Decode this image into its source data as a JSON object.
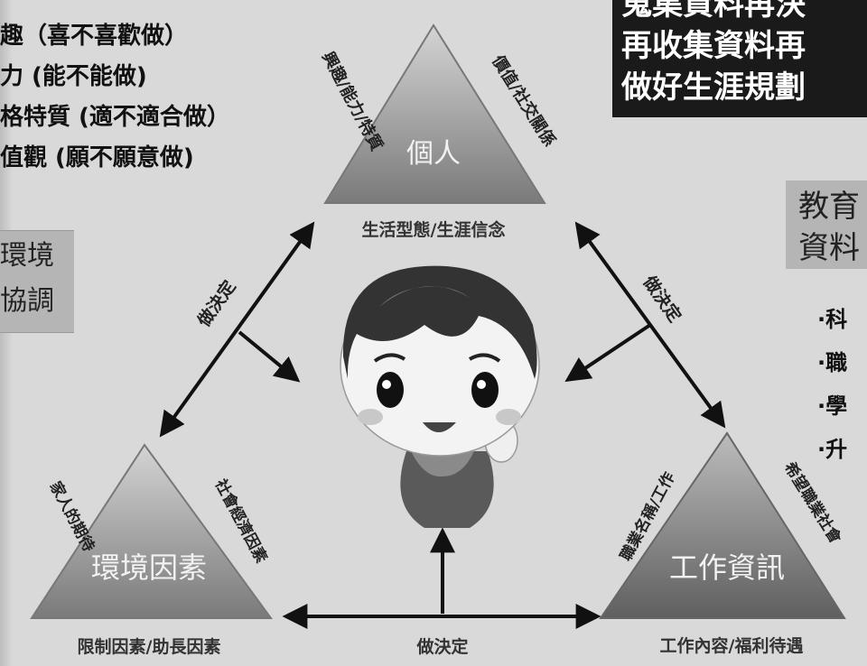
{
  "left_panel": {
    "items": [
      "趣（喜不喜歡做）",
      "力 (能不能做)",
      "格特質 (適不適合做）",
      "值觀 (願不願意做)"
    ]
  },
  "left_box": {
    "lines": [
      "環境",
      "協調"
    ]
  },
  "top_right_box": {
    "lines": [
      "蒐集資料再決",
      "再收集資料再",
      "做好生涯規劃"
    ]
  },
  "right_box": {
    "lines": [
      "教育",
      "資料"
    ]
  },
  "right_list": {
    "items": [
      "·科",
      "·職",
      "·學",
      "·升"
    ]
  },
  "triangles": {
    "personal": {
      "title": "個人",
      "left_side": "興趣/能力/特質",
      "right_side": "價值/社交關係",
      "base": "生活型態/生涯信念"
    },
    "environment": {
      "title": "環境因素",
      "left_side": "家人的期待",
      "right_side": "社會經濟因素",
      "base": "限制因素/助長因素"
    },
    "work": {
      "title": "工作資訊",
      "left_side": "職業名稱/工作",
      "right_side": "希望職業社會",
      "base": "工作內容/福利待遇"
    }
  },
  "arrows": {
    "left_label": "做決定",
    "right_label": "做決定",
    "bottom_label": "做決定"
  },
  "colors": {
    "background": "#d9d9d9",
    "triangle_fill": "#8c8c8c",
    "black_box": "#1a1a1a",
    "grey_box": "#b5b5b5"
  }
}
